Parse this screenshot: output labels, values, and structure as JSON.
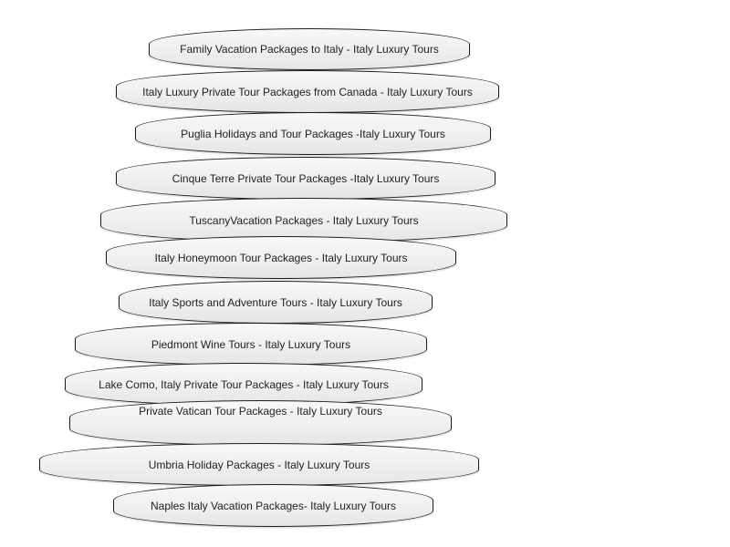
{
  "items": [
    "Family Vacation Packages to Italy - Italy Luxury Tours",
    "Italy Luxury Private Tour Packages from Canada - Italy Luxury Tours",
    "Puglia Holidays and Tour Packages -Italy Luxury Tours",
    "Cinque Terre Private Tour Packages -Italy Luxury Tours",
    "TuscanyVacation Packages - Italy Luxury Tours",
    "Italy Honeymoon Tour Packages - Italy Luxury Tours",
    "Italy Sports and Adventure Tours - Italy Luxury Tours",
    "Piedmont Wine Tours - Italy Luxury Tours",
    "Lake Como, Italy Private Tour Packages - Italy Luxury Tours",
    "Private Vatican Tour Packages - Italy Luxury Tours",
    "Umbria Holiday Packages - Italy Luxury Tours",
    "Naples Italy Vacation Packages- Italy Luxury Tours"
  ]
}
